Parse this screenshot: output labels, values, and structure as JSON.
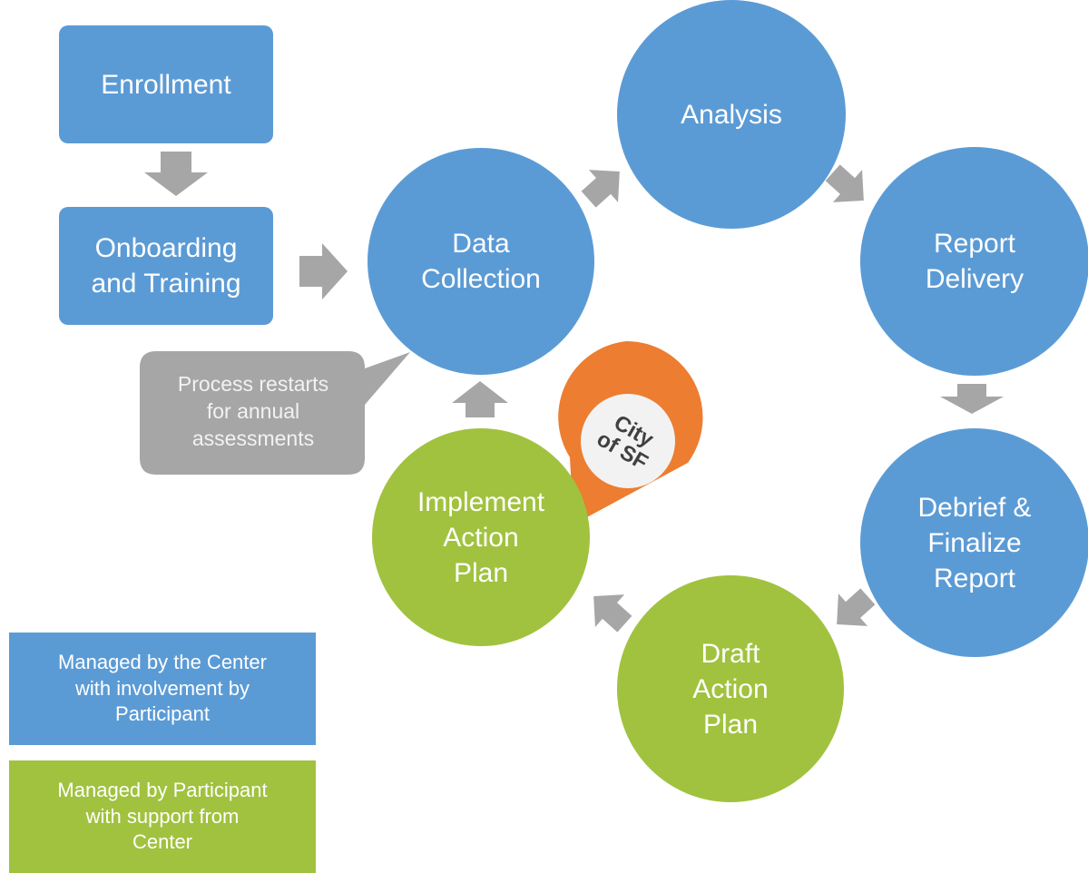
{
  "colors": {
    "center_blue": "#5b9bd5",
    "participant_green": "#a1c23f",
    "arrow_gray": "#a6a6a6",
    "callout_gray": "#a6a6a6",
    "pin_orange": "#ed7d31"
  },
  "steps": {
    "enrollment": "Enrollment",
    "onboarding": "Onboarding\nand Training",
    "data_collection": "Data\nCollection",
    "analysis": "Analysis",
    "report_delivery": "Report\nDelivery",
    "debrief": "Debrief &\nFinalize\nReport",
    "draft_plan": "Draft\nAction\nPlan",
    "implement_plan": "Implement\nAction\nPlan"
  },
  "callout": {
    "text": "Process restarts\nfor annual\nassessments"
  },
  "pin": {
    "label": "City\nof SF",
    "icon": "map-pin-icon"
  },
  "legend": {
    "blue": "Managed by the Center\nwith involvement by\nParticipant",
    "green": "Managed by Participant\nwith support from\nCenter"
  }
}
